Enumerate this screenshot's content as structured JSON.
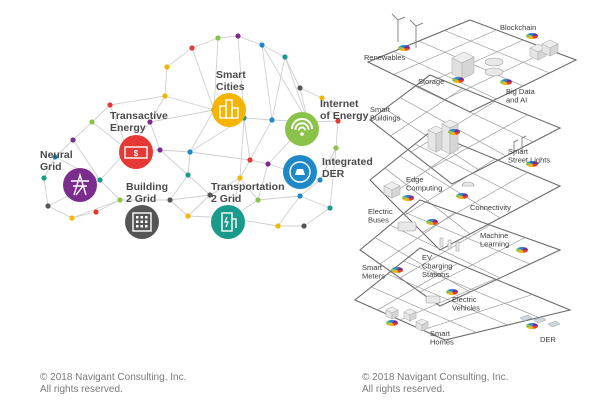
{
  "left_diagram": {
    "nodes": [
      {
        "name": "smart-cities",
        "lines": [
          "Smart",
          "Cities"
        ],
        "color": "#f5b400",
        "icon": "buildings-icon"
      },
      {
        "name": "transactive-energy",
        "lines": [
          "Transactive",
          "Energy"
        ],
        "color": "#e53935",
        "icon": "money-icon"
      },
      {
        "name": "internet-of-energy",
        "lines": [
          "Internet",
          "of Energy"
        ],
        "color": "#8bc34a",
        "icon": "wifi-icon"
      },
      {
        "name": "neural-grid",
        "lines": [
          "Neural",
          "Grid"
        ],
        "color": "#7b2d8e",
        "icon": "pylon-icon"
      },
      {
        "name": "integrated-der",
        "lines": [
          "Integrated",
          "DER"
        ],
        "color": "#1e88c8",
        "icon": "solar-panel-icon"
      },
      {
        "name": "building-2-grid",
        "lines": [
          "Building",
          "2 Grid"
        ],
        "color": "#555555",
        "icon": "building-icon"
      },
      {
        "name": "transportation-2-grid",
        "lines": [
          "Transportation",
          "2 Grid"
        ],
        "color": "#1a9a8a",
        "icon": "ev-charger-icon"
      }
    ],
    "copyright": [
      "© 2018 Navigant Consulting, Inc.",
      "All rights reserved."
    ]
  },
  "right_diagram": {
    "labels": [
      {
        "name": "blockchain",
        "lines": [
          "Blockchain"
        ]
      },
      {
        "name": "renewables",
        "lines": [
          "Renewables"
        ]
      },
      {
        "name": "storage",
        "lines": [
          "Storage"
        ]
      },
      {
        "name": "big-data-ai",
        "lines": [
          "Big Data",
          "and AI"
        ]
      },
      {
        "name": "smart-buildings",
        "lines": [
          "Smart",
          "Buildings"
        ]
      },
      {
        "name": "smart-street-lights",
        "lines": [
          "Smart",
          "Street Lights"
        ]
      },
      {
        "name": "edge-computing",
        "lines": [
          "Edge",
          "Computing"
        ]
      },
      {
        "name": "connectivity",
        "lines": [
          "Connectivity"
        ]
      },
      {
        "name": "electric-buses",
        "lines": [
          "Electric",
          "Buses"
        ]
      },
      {
        "name": "machine-learning",
        "lines": [
          "Machine",
          "Learning"
        ]
      },
      {
        "name": "ev-charging-stations",
        "lines": [
          "EV",
          "Charging",
          "Stations"
        ]
      },
      {
        "name": "smart-meters",
        "lines": [
          "Smart",
          "Meters"
        ]
      },
      {
        "name": "electric-vehicles",
        "lines": [
          "Electric",
          "Vehicles"
        ]
      },
      {
        "name": "smart-homes",
        "lines": [
          "Smart",
          "Homes"
        ]
      },
      {
        "name": "der",
        "lines": [
          "DER"
        ]
      }
    ],
    "copyright": [
      "© 2018 Navigant Consulting, Inc.",
      "All rights reserved."
    ]
  }
}
